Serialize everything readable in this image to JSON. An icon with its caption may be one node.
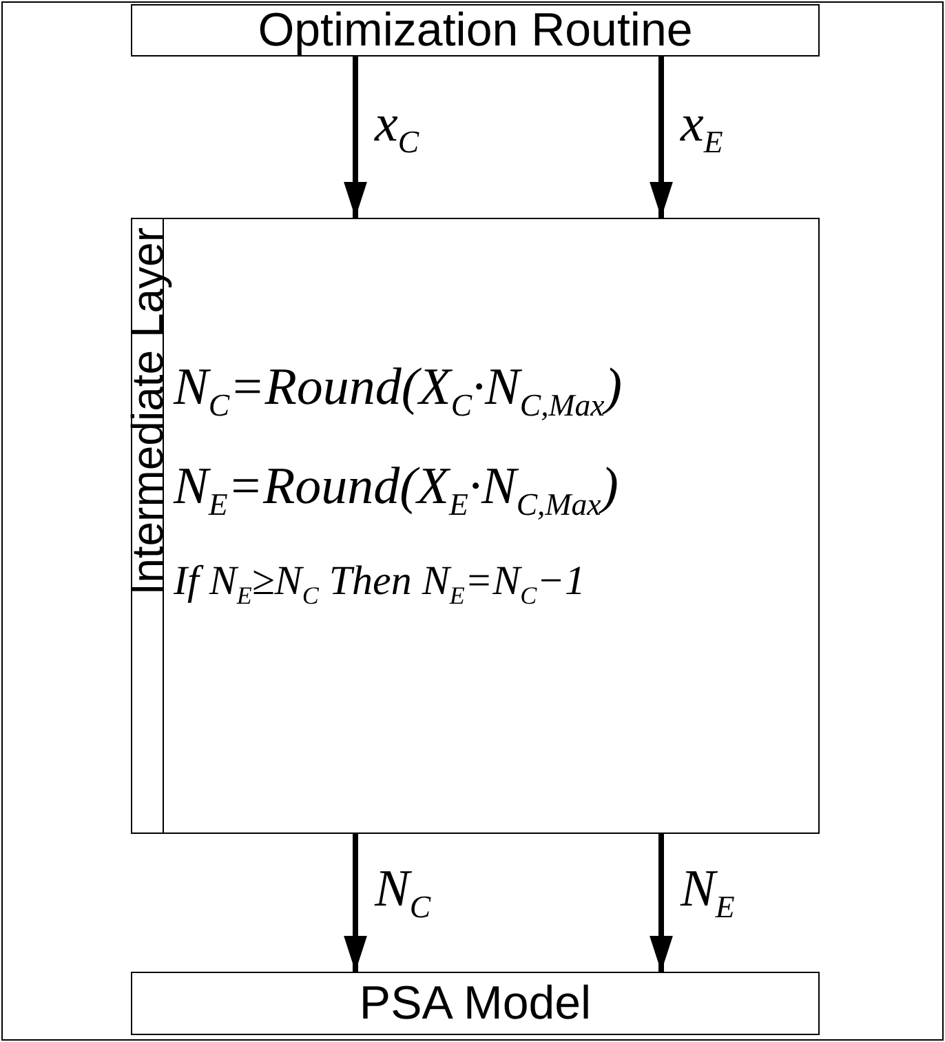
{
  "diagram": {
    "nodes": [
      {
        "text": [
          "Optimization Routine"
        ]
      },
      {
        "text": [
          "Intermediate Layer",
          "N$_{C}$=Round(X$_{C}$·N$_{C,Max}$)",
          "N$_{E}$=Round(X$_{E}$·N$_{C,Max}$)",
          "If N$_{E}$≥N$_{C}$  Then  N$_{E}$=N$_{C}$−1"
        ]
      },
      {
        "text": [
          "PSA Model"
        ]
      }
    ],
    "edges": [
      {
        "from": 0,
        "to": 1,
        "arrow": "to",
        "label": "x$_{C}$"
      },
      {
        "from": 0,
        "to": 1,
        "arrow": "to",
        "label": "x$_{E}$"
      },
      {
        "from": 1,
        "to": 2,
        "arrow": "to",
        "label": "N$_{C}$"
      },
      {
        "from": 1,
        "to": 2,
        "arrow": "to",
        "label": "N$_{E}$"
      }
    ]
  }
}
